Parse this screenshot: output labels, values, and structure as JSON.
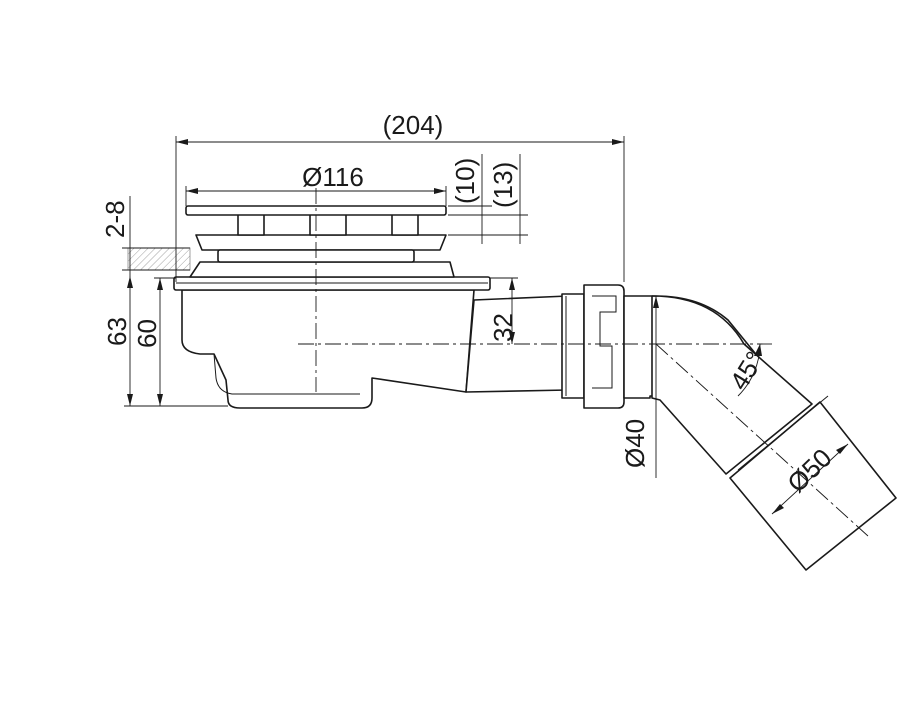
{
  "dimensions": {
    "overall_length": "(204)",
    "grate_diameter": "Ø116",
    "grate_height_a": "(10)",
    "grate_height_b": "(13)",
    "floor_thickness": "2-8",
    "total_height": "63",
    "body_height": "60",
    "outlet_height": "32",
    "outlet_diameter": "Ø40",
    "elbow_angle": "45°",
    "elbow_diameter": "Ø50"
  }
}
